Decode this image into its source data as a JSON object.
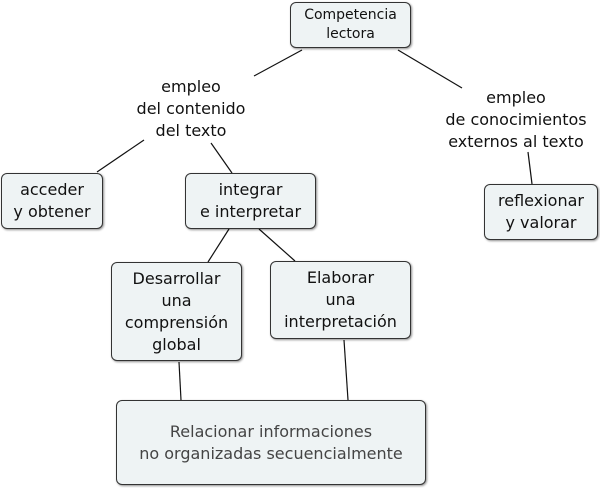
{
  "concept_map": {
    "root": "Competencia\nlectora",
    "branch_left": "empleo\ndel contenido\ndel texto",
    "branch_right": "empleo\nde conocimientos\nexternos al texto",
    "acceder": "acceder\ny obtener",
    "integrar": "integrar\ne interpretar",
    "reflexionar": "reflexionar\ny valorar",
    "desarrollar": "Desarrollar\nuna\ncomprensión\nglobal",
    "elaborar": "Elaborar\nuna\ninterpretación",
    "relacionar": "Relacionar informaciones\nno organizadas secuencialmente"
  },
  "colors": {
    "box_fill": "#eef3f4",
    "box_border": "#333333",
    "line": "#111111"
  }
}
